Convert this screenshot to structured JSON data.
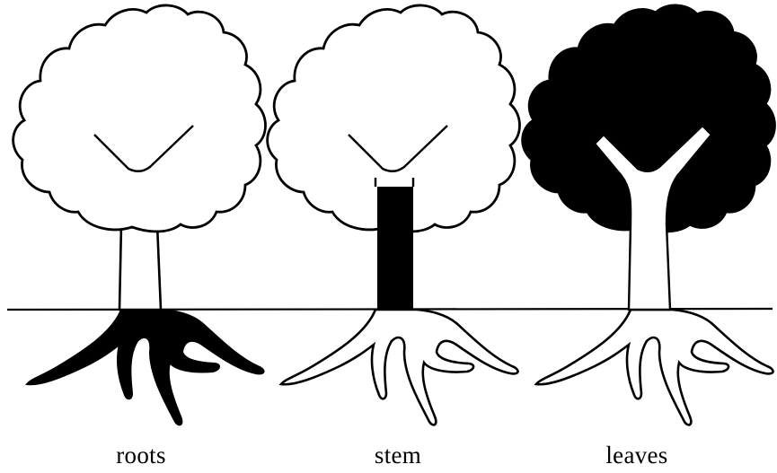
{
  "colors": {
    "ink": "#000000",
    "paper": "#ffffff"
  },
  "panels": [
    {
      "caption": "roots",
      "highlighted_part": "roots"
    },
    {
      "caption": "stem",
      "highlighted_part": "stem"
    },
    {
      "caption": "leaves",
      "highlighted_part": "leaves"
    }
  ]
}
